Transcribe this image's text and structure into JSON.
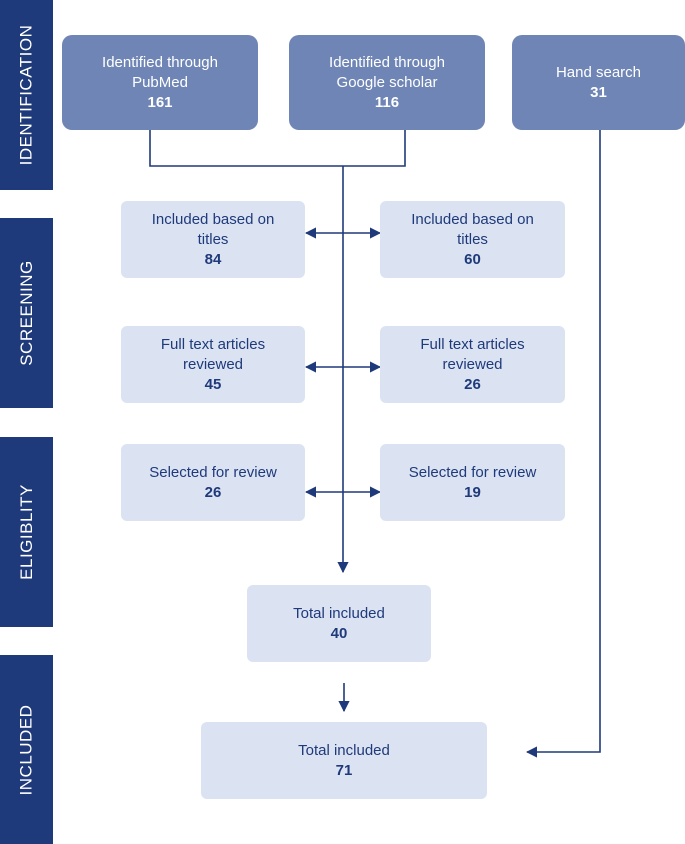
{
  "stages": [
    {
      "id": "identification",
      "label": "IDENTIFICATION"
    },
    {
      "id": "screening",
      "label": "SCREENING"
    },
    {
      "id": "eligibility",
      "label": "ELIGIBLITY"
    },
    {
      "id": "included",
      "label": "INCLUDED"
    }
  ],
  "sources": {
    "pubmed": {
      "label": "Identified through PubMed",
      "count": "161"
    },
    "scholar": {
      "label": "Identified through Google scholar",
      "count": "116"
    },
    "hand": {
      "label": "Hand search",
      "count": "31"
    }
  },
  "screening": {
    "left": {
      "label": "Included based on titles",
      "count": "84"
    },
    "right": {
      "label": "Included based on titles",
      "count": "60"
    }
  },
  "fulltext": {
    "left": {
      "label": "Full text articles reviewed",
      "count": "45"
    },
    "right": {
      "label": "Full text articles reviewed",
      "count": "26"
    }
  },
  "eligibility": {
    "left": {
      "label": "Selected for review",
      "count": "26"
    },
    "right": {
      "label": "Selected for review",
      "count": "19"
    }
  },
  "included": {
    "subtotal": {
      "label": "Total included",
      "count": "40"
    },
    "total": {
      "label": "Total included",
      "count": "71"
    }
  },
  "colors": {
    "stage_bar": "#1f3a7a",
    "source_box": "#6e85b5",
    "step_box": "#dbe3f3",
    "text_dark": "#1f3a7a",
    "connector": "#1f3a7a"
  }
}
